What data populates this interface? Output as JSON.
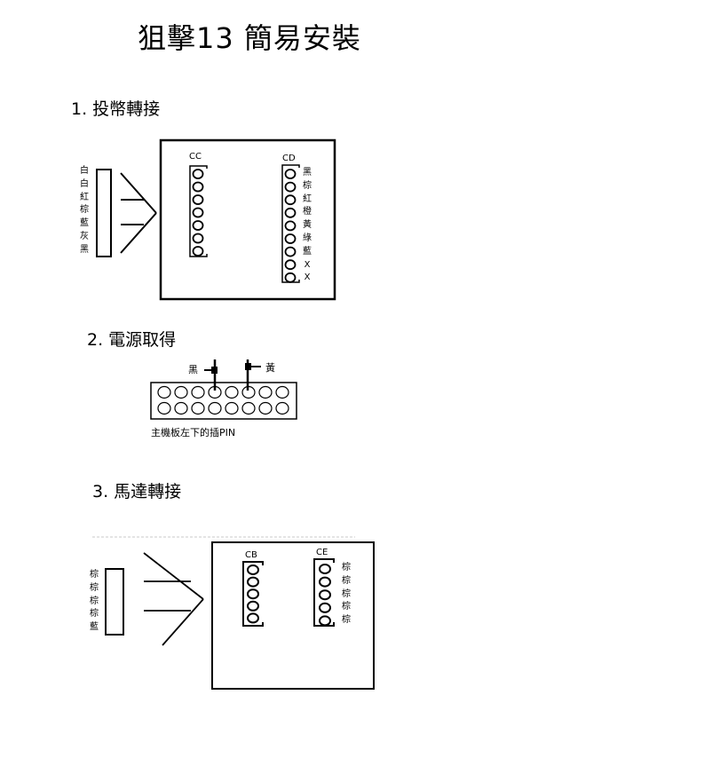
{
  "title": "狙擊13 簡易安裝",
  "section1": {
    "heading": "1. 投幣轉接",
    "left_wires": [
      "白",
      "白",
      "紅",
      "棕",
      "藍",
      "灰",
      "黑"
    ],
    "connector_cc": {
      "label": "CC",
      "pins": 7
    },
    "connector_cd": {
      "label": "CD",
      "pins": 9,
      "wires": [
        "黑",
        "棕",
        "紅",
        "橙",
        "黃",
        "綠",
        "藍",
        "X",
        "X"
      ]
    }
  },
  "section2": {
    "heading": "2. 電源取得",
    "wire_black": "黑",
    "wire_yellow": "黃",
    "header_rows": 2,
    "header_cols": 8,
    "caption": "主機板左下的插PIN"
  },
  "section3": {
    "heading": "3. 馬達轉接",
    "left_wires": [
      "棕",
      "棕",
      "棕",
      "棕",
      "藍"
    ],
    "connector_cb": {
      "label": "CB",
      "pins": 5
    },
    "connector_ce": {
      "label": "CE",
      "pins": 5,
      "wires": [
        "棕",
        "棕",
        "棕",
        "棕",
        "棕"
      ]
    }
  }
}
